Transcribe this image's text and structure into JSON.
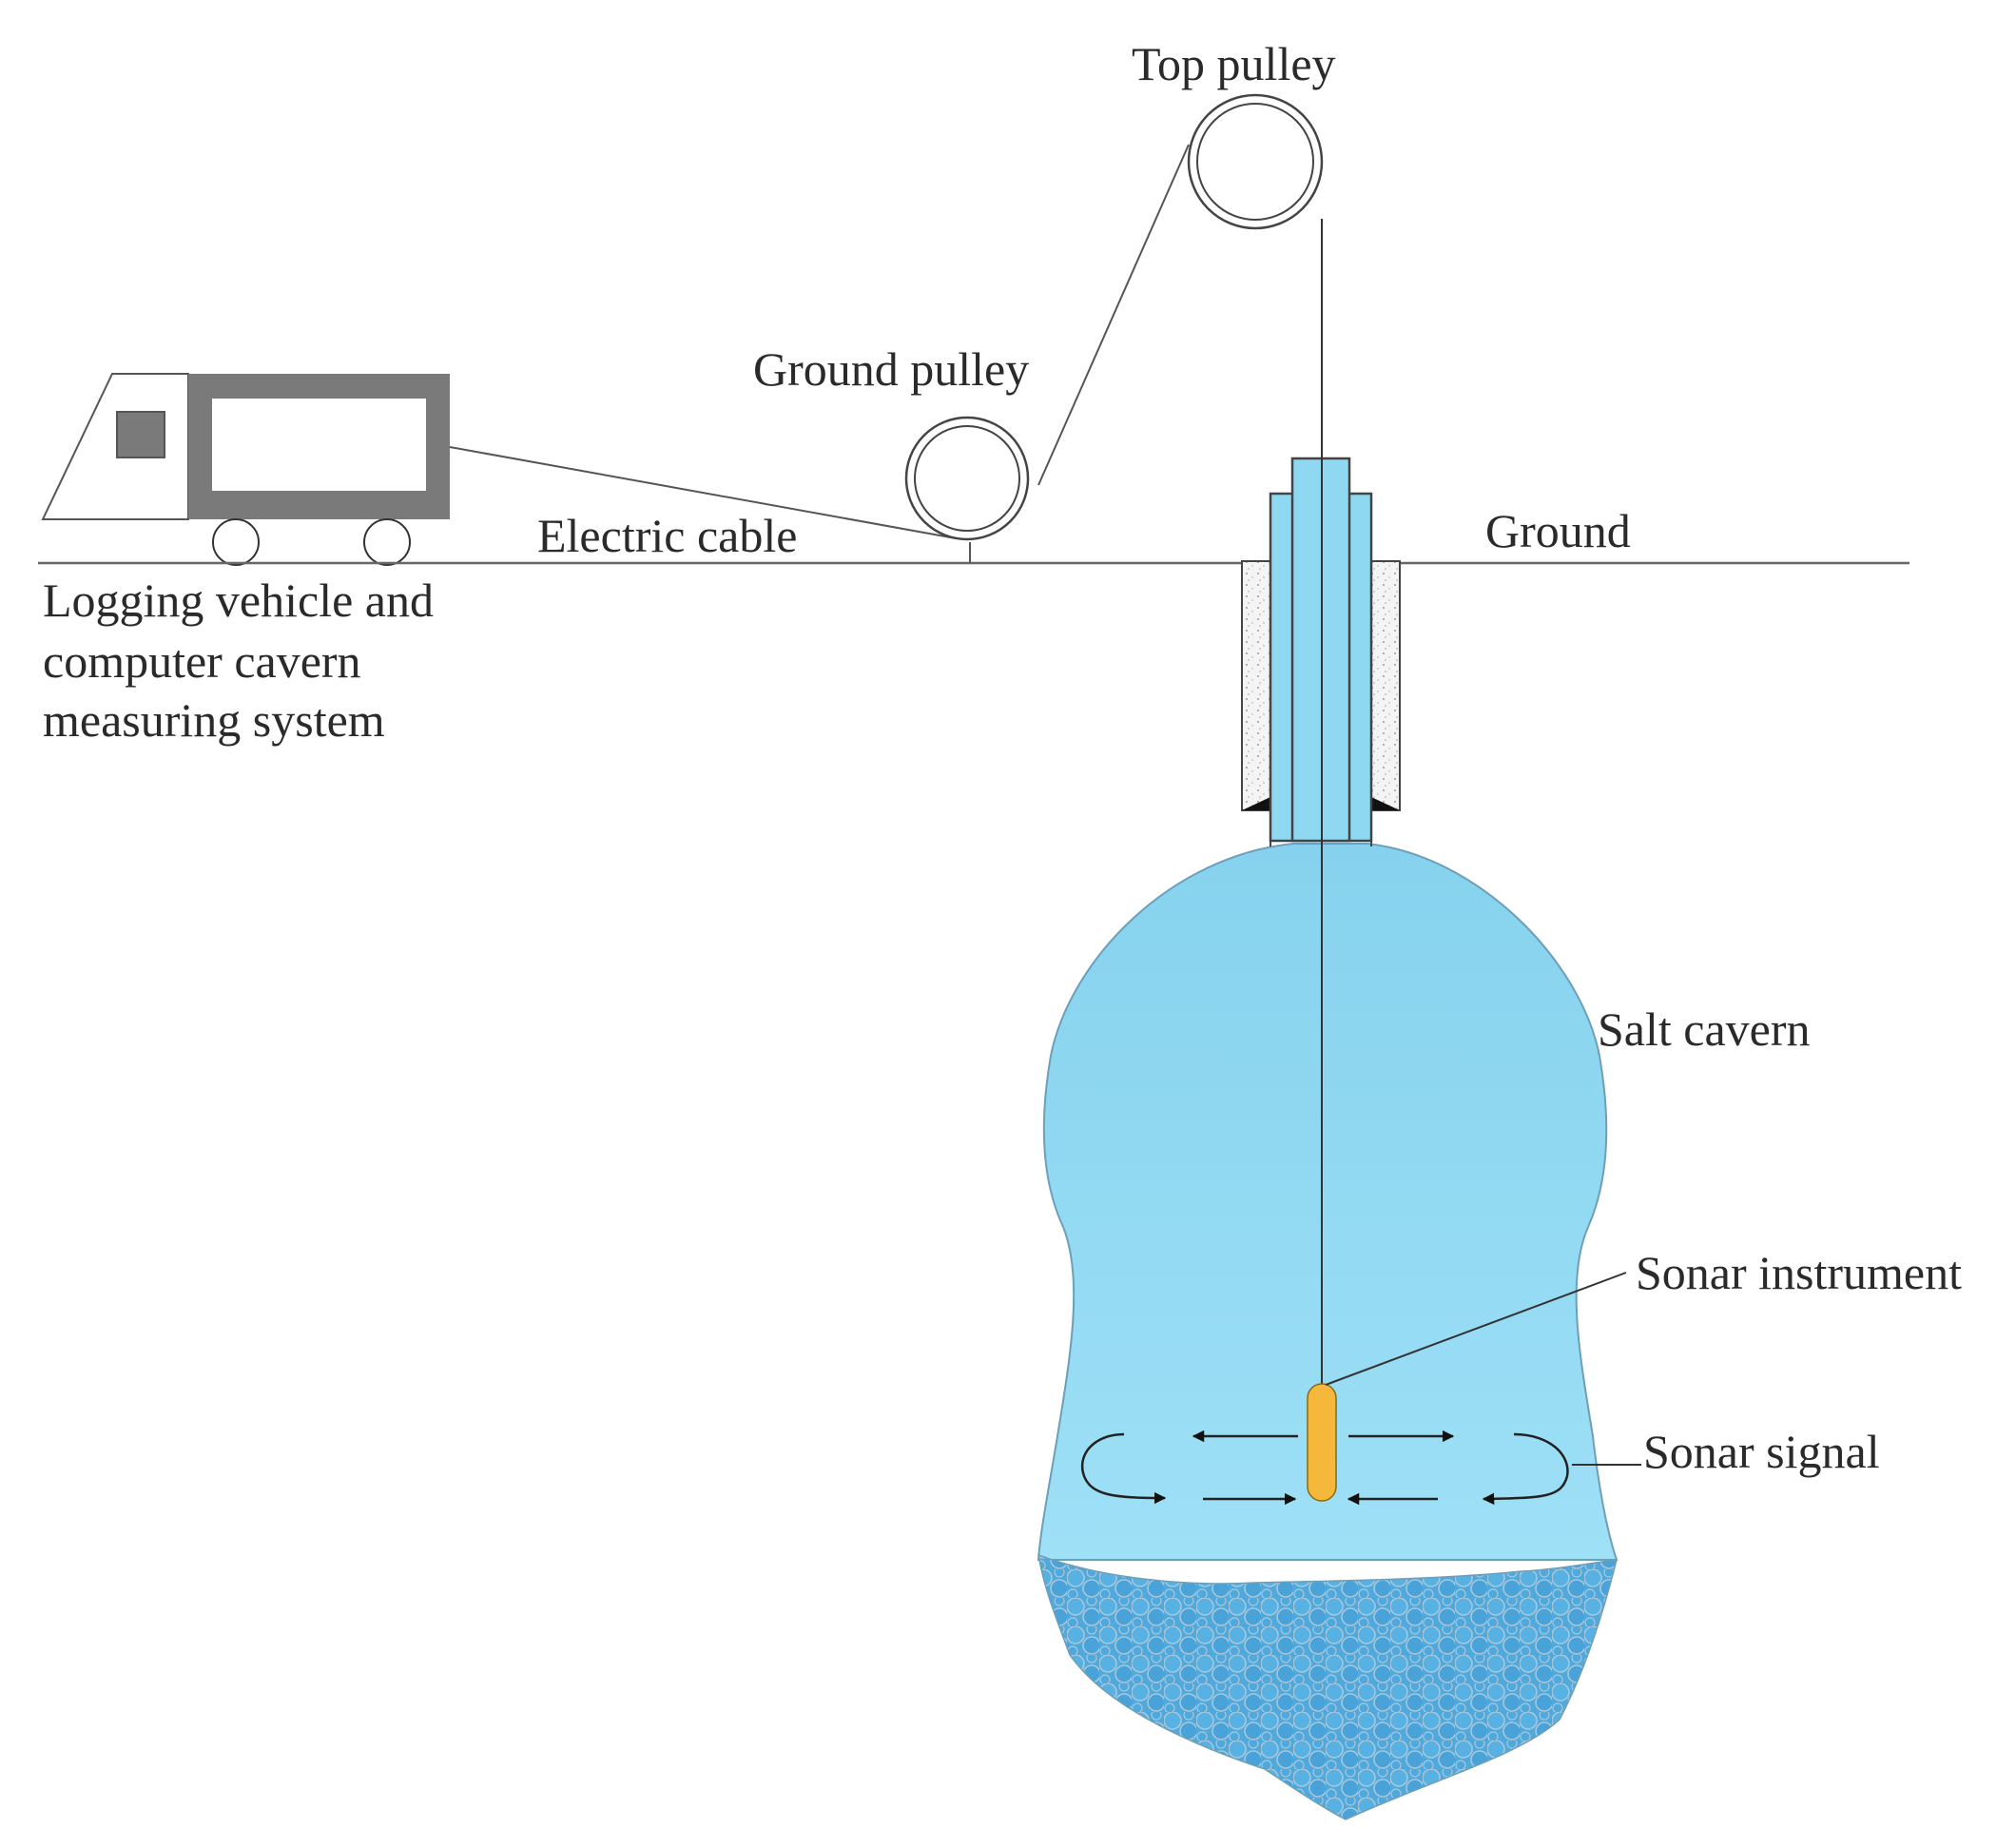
{
  "labels": {
    "top_pulley": "Top pulley",
    "ground_pulley": "Ground pulley",
    "electric_cable": "Electric cable",
    "ground": "Ground",
    "vehicle_line1": "Logging vehicle and",
    "vehicle_line2": "computer cavern",
    "vehicle_line3": "measuring system",
    "salt_cavern": "Salt cavern",
    "sonar_instrument": "Sonar instrument",
    "sonar_signal": "Sonar signal"
  },
  "colors": {
    "cavern_fill": "#8fd8f2",
    "sediment_fill": "#4aa8dc",
    "sonar_instrument": "#f5b83a",
    "vehicle_body": "#7a7a7a"
  }
}
